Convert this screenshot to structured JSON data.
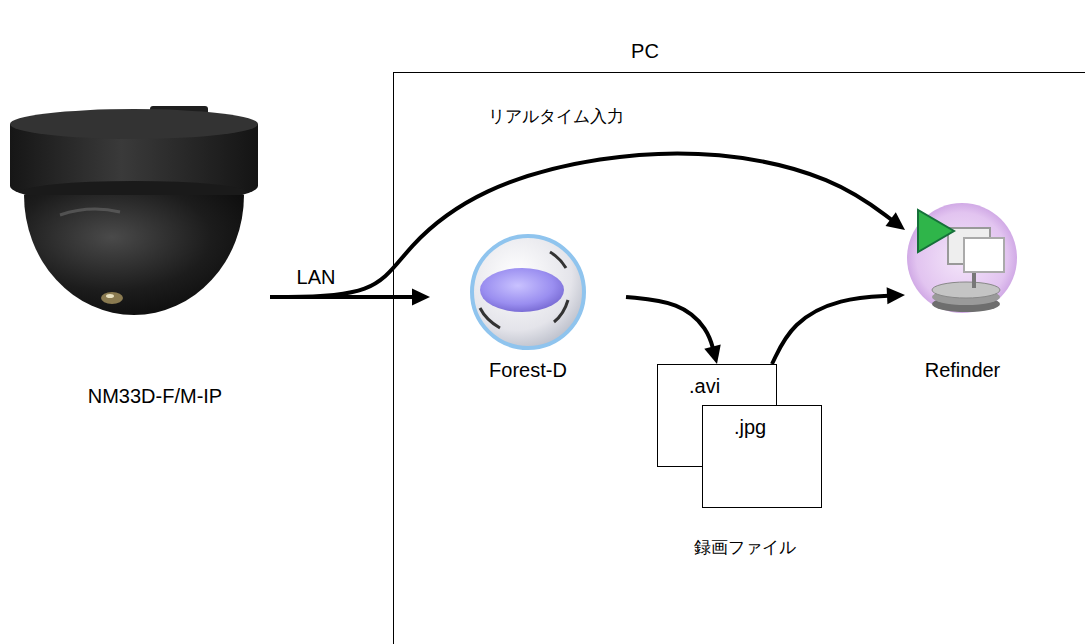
{
  "diagram": {
    "nodes": [
      {
        "text": [
          "NM33D-F/M-IP"
        ]
      },
      {
        "text": [
          "PC"
        ]
      },
      {
        "text": [
          "Forest-D"
        ],
        "in": 1
      },
      {
        "text": [
          ".avi"
        ],
        "in": 1
      },
      {
        "text": [
          ".jpg"
        ],
        "in": 1
      },
      {
        "text": [
          "Refinder"
        ],
        "in": 1
      }
    ],
    "edges": [
      {
        "from": 0,
        "to": 2,
        "arrow": "to",
        "label": "LAN"
      },
      {
        "from": 0,
        "to": 5,
        "arrow": "to",
        "label": "リアルタイム入力"
      },
      {
        "from": 2,
        "to": 3,
        "arrow": "to"
      },
      {
        "from": 3,
        "to": 5,
        "arrow": "to"
      }
    ],
    "labels": [
      "録画ファイル"
    ]
  }
}
